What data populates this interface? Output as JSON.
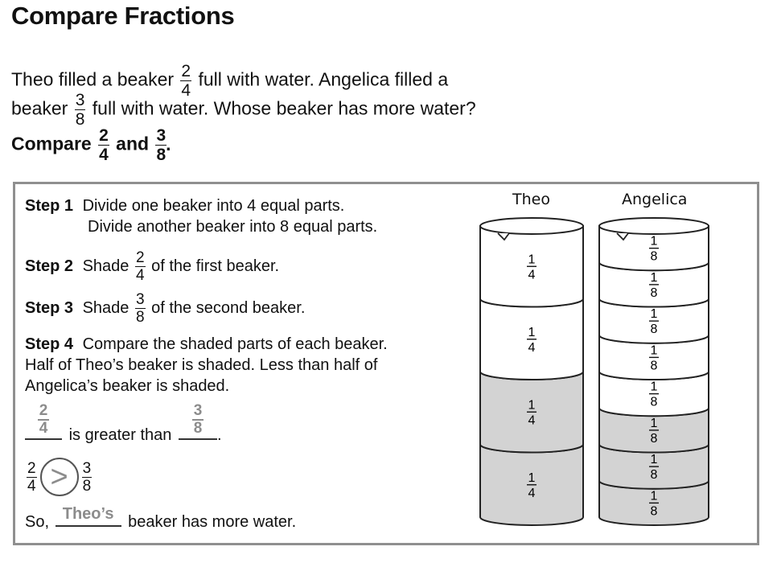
{
  "title": "Compare Fractions",
  "problem": {
    "line1_a": "Theo filled a beaker",
    "theo_frac": {
      "num": "2",
      "den": "4"
    },
    "line1_b": "full with water. Angelica filled a",
    "line2_a": "beaker",
    "angelica_frac": {
      "num": "3",
      "den": "8"
    },
    "line2_b": "full with water. Whose beaker has more water?",
    "compare_a": "Compare",
    "compare_and": "and",
    "compare_end": "."
  },
  "steps": {
    "step1": {
      "label": "Step 1",
      "text1": "Divide one beaker into 4 equal parts.",
      "text2": "Divide another beaker into 8 equal parts."
    },
    "step2": {
      "label": "Step 2",
      "text_a": "Shade",
      "frac": {
        "num": "2",
        "den": "4"
      },
      "text_b": "of the first beaker."
    },
    "step3": {
      "label": "Step 3",
      "text_a": "Shade",
      "frac": {
        "num": "3",
        "den": "8"
      },
      "text_b": "of the second beaker."
    },
    "step4": {
      "label": "Step 4",
      "text1": "Compare the shaded parts of each beaker.",
      "text2": "Half of Theo’s beaker is shaded. Less than half of",
      "text3": "Angelica’s beaker is shaded."
    }
  },
  "answer": {
    "blank1": {
      "num": "2",
      "den": "4"
    },
    "middle": "is greater than",
    "blank2": {
      "num": "3",
      "den": "8"
    },
    "end": "."
  },
  "comparison": {
    "left": {
      "num": "2",
      "den": "4"
    },
    "symbol": ">",
    "right": {
      "num": "3",
      "den": "8"
    }
  },
  "conclusion": {
    "prefix": "So,",
    "answer": "Theo’s",
    "suffix": "beaker has more water."
  },
  "beakers": {
    "theo": {
      "label": "Theo",
      "parts": [
        {
          "num": "1",
          "den": "4",
          "shaded": false
        },
        {
          "num": "1",
          "den": "4",
          "shaded": false
        },
        {
          "num": "1",
          "den": "4",
          "shaded": true
        },
        {
          "num": "1",
          "den": "4",
          "shaded": true
        }
      ]
    },
    "angelica": {
      "label": "Angelica",
      "parts": [
        {
          "num": "1",
          "den": "8",
          "shaded": false
        },
        {
          "num": "1",
          "den": "8",
          "shaded": false
        },
        {
          "num": "1",
          "den": "8",
          "shaded": false
        },
        {
          "num": "1",
          "den": "8",
          "shaded": false
        },
        {
          "num": "1",
          "den": "8",
          "shaded": false
        },
        {
          "num": "1",
          "den": "8",
          "shaded": true
        },
        {
          "num": "1",
          "den": "8",
          "shaded": true
        },
        {
          "num": "1",
          "den": "8",
          "shaded": true
        }
      ]
    },
    "colors": {
      "shaded": "#d3d3d3",
      "unshaded": "#ffffff",
      "stroke": "#222222"
    }
  }
}
